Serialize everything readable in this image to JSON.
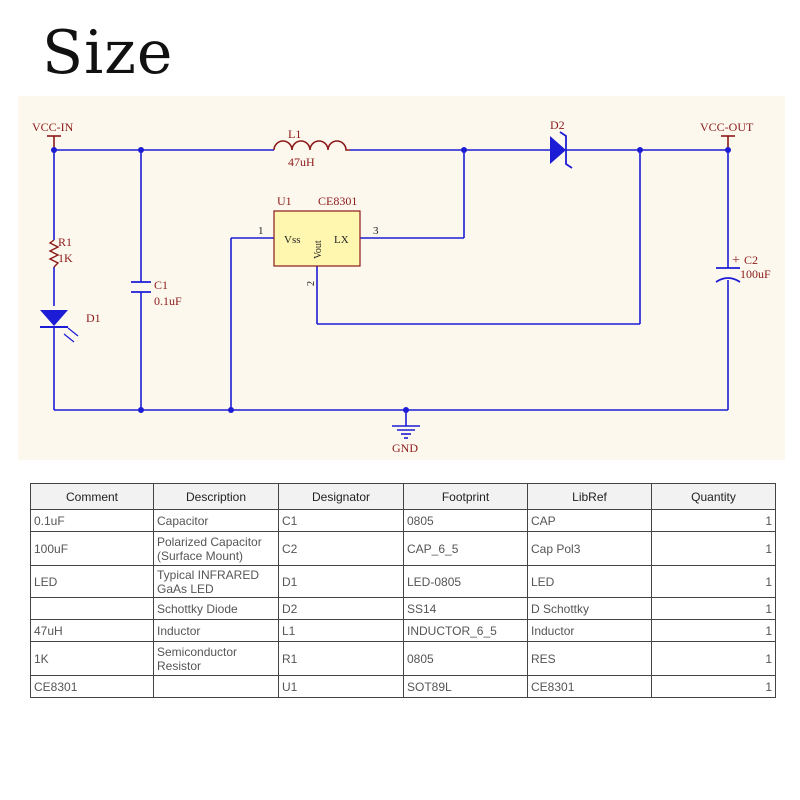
{
  "heading": "Size",
  "schematic": {
    "labels": {
      "vcc_in": "VCC-IN",
      "vcc_out": "VCC-OUT",
      "gnd": "GND",
      "l1_ref": "L1",
      "l1_val": "47uH",
      "d2_ref": "D2",
      "u1_ref": "U1",
      "u1_part": "CE8301",
      "pin_vss": "Vss",
      "pin_vout": "Vout",
      "pin_lx": "LX",
      "pin1": "1",
      "pin2": "2",
      "pin3": "3",
      "r1_ref": "R1",
      "r1_val": "1K",
      "d1_ref": "D1",
      "c1_ref": "C1",
      "c1_val": "0.1uF",
      "c2_ref": "C2",
      "c2_plus": "+",
      "c2_val": "100uF"
    },
    "colors": {
      "wire": "#1c1cd6",
      "label": "#8b1a1a",
      "ic_fill": "#fff7b0",
      "ic_border": "#8b1a1a"
    }
  },
  "bom": {
    "headers": [
      "Comment",
      "Description",
      "Designator",
      "Footprint",
      "LibRef",
      "Quantity"
    ],
    "rows": [
      [
        "0.1uF",
        "Capacitor",
        "C1",
        "0805",
        "CAP",
        "1"
      ],
      [
        "100uF",
        "Polarized Capacitor (Surface Mount)",
        "C2",
        "CAP_6_5",
        "Cap Pol3",
        "1"
      ],
      [
        "LED",
        "Typical INFRARED GaAs LED",
        "D1",
        "LED-0805",
        "LED",
        "1"
      ],
      [
        "",
        "Schottky Diode",
        "D2",
        "SS14",
        "D Schottky",
        "1"
      ],
      [
        "47uH",
        "Inductor",
        "L1",
        "INDUCTOR_6_5",
        "Inductor",
        "1"
      ],
      [
        "1K",
        "Semiconductor Resistor",
        "R1",
        "0805",
        "RES",
        "1"
      ],
      [
        "CE8301",
        "",
        "U1",
        "SOT89L",
        "CE8301",
        "1"
      ]
    ]
  }
}
